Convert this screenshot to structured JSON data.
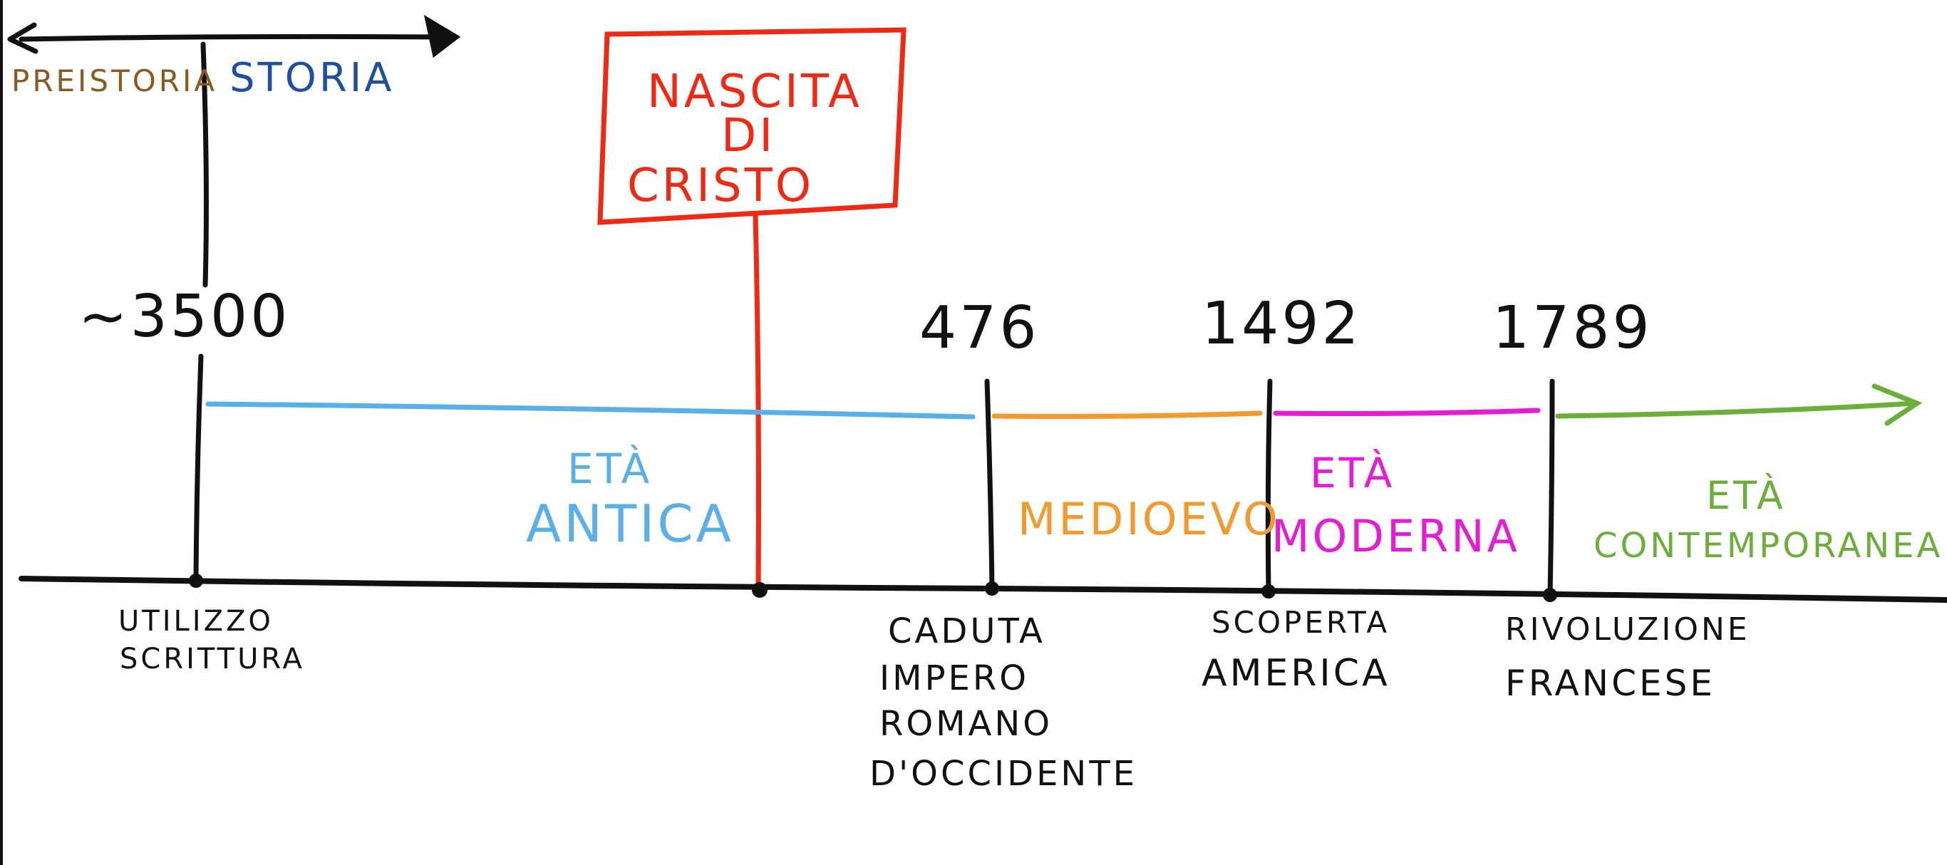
{
  "colors": {
    "ink": "#111111",
    "prehistory": "#8B5A1E",
    "history": "#1F4FA0",
    "christ": "#EE2A14",
    "ancient": "#5AB0E6",
    "medieval": "#F39A2E",
    "modern": "#E51CD6",
    "contemporary": "#6BAF3A"
  },
  "top_bar": {
    "prehistory_label": "PREISTORIA",
    "history_label": "STORIA"
  },
  "christ_box": {
    "line1": "NASCITA",
    "line2": "DI",
    "line3": "CRISTO"
  },
  "dates": {
    "writing": "~3500",
    "fall_rome": "476",
    "america": "1492",
    "revolution": "1789"
  },
  "eras": {
    "ancient": {
      "line1": "ETÀ",
      "line2": "ANTICA"
    },
    "medieval": {
      "line1": "MEDIOEVO"
    },
    "modern": {
      "line1": "ETÀ",
      "line2": "MODERNA"
    },
    "contemporary": {
      "line1": "ETÀ",
      "line2": "CONTEMPORANEA"
    }
  },
  "events": {
    "writing": {
      "line1": "UTILIZZO",
      "line2": "SCRITTURA"
    },
    "fall_rome": {
      "line1": "CADUTA",
      "line2": "IMPERO",
      "line3": "ROMANO",
      "line4": "D'OCCIDENTE"
    },
    "america": {
      "line1": "SCOPERTA",
      "line2": "AMERICA"
    },
    "revolution": {
      "line1": "RIVOLUZIONE",
      "line2": "FRANCESE"
    }
  }
}
